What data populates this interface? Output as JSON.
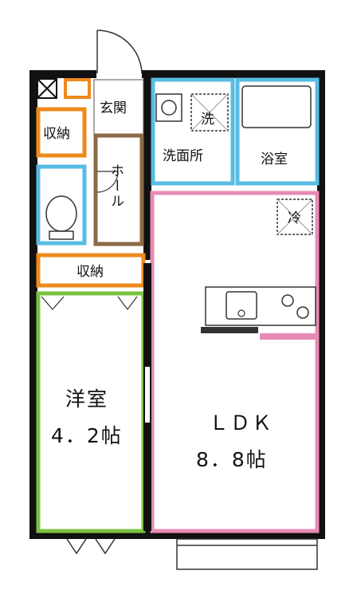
{
  "rooms": {
    "genkan": "玄関",
    "storage_top": "収納",
    "hall": "ホール",
    "washroom": "洗面所",
    "bath": "浴室",
    "storage_mid": "収納",
    "western_room": {
      "name": "洋室",
      "size": "4．2帖"
    },
    "ldk": {
      "name": "ＬＤＫ",
      "size": "8．8帖"
    }
  },
  "fixtures": {
    "washer": "洗",
    "fridge": "冷"
  },
  "colors": {
    "wall": "#111111",
    "storage": "#ee8a1e",
    "wet_area": "#58bce3",
    "hall": "#8a6a45",
    "western_room": "#7cc242",
    "ldk": "#e88bb4"
  }
}
